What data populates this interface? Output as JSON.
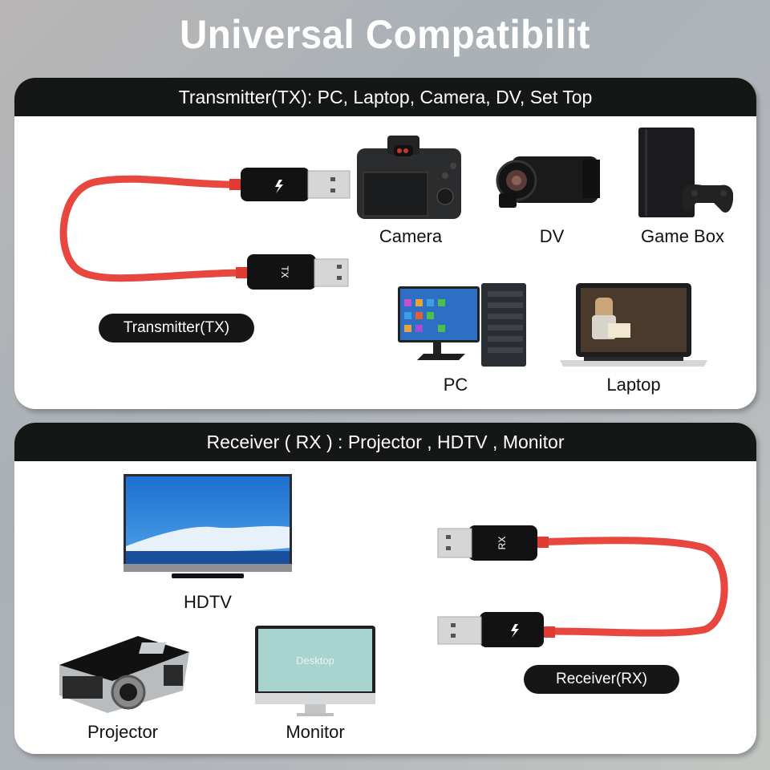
{
  "title": "Universal Compatibilit",
  "transmitter_panel": {
    "header": "Transmitter(TX): PC, Laptop, Camera, DV, Set Top",
    "cable_badge": "Transmitter(TX)",
    "cable_plug_label": "TX",
    "devices": [
      {
        "name": "Camera",
        "icon": "camera-icon"
      },
      {
        "name": "DV",
        "icon": "camcorder-icon"
      },
      {
        "name": "Game Box",
        "icon": "game-console-icon"
      },
      {
        "name": "PC",
        "icon": "desktop-pc-icon"
      },
      {
        "name": "Laptop",
        "icon": "laptop-icon"
      }
    ]
  },
  "receiver_panel": {
    "header": "Receiver ( RX ) : Projector , HDTV , Monitor",
    "cable_badge": "Receiver(RX)",
    "cable_plug_label": "RX",
    "devices": [
      {
        "name": "HDTV",
        "icon": "tv-icon"
      },
      {
        "name": "Projector",
        "icon": "projector-icon"
      },
      {
        "name": "Monitor",
        "icon": "monitor-icon",
        "screen_text": "Desktop"
      }
    ]
  },
  "colors": {
    "cable_red": "#e8473f",
    "header_black": "#151717",
    "panel_white": "#ffffff"
  }
}
